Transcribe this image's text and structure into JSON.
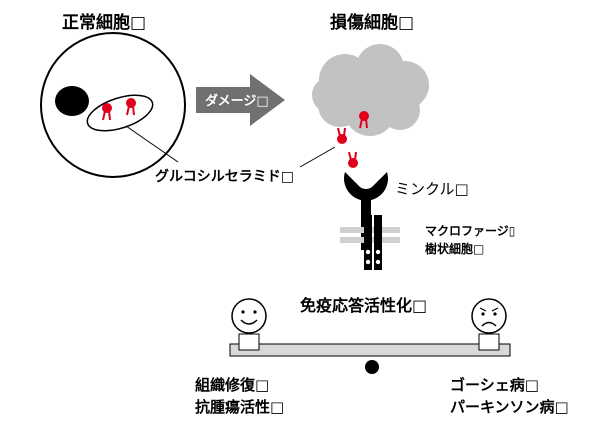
{
  "normal_cell": {
    "title": "正常細胞□"
  },
  "damaged_cell": {
    "title": "損傷細胞□"
  },
  "damage_arrow": {
    "label": "ダメージ□"
  },
  "glucosylceramide": {
    "label": "グルコシルセラミド□"
  },
  "receptor": {
    "label": "ミンクル□"
  },
  "immune_cells": {
    "line1": "マクロファージ▯",
    "line2": "樹状細胞□"
  },
  "immune_response": {
    "label": "免疫応答活性化□"
  },
  "left_outcomes": {
    "line1": "組織修復□",
    "line2": "抗腫瘍活性□"
  },
  "right_outcomes": {
    "line1": "ゴーシェ病□",
    "line2": "パーキンソン病□"
  },
  "colors": {
    "lipid": "#e0001b",
    "cloud": "#c2c2c2",
    "arrow": "#707070",
    "bar": "#d9d9d9"
  }
}
